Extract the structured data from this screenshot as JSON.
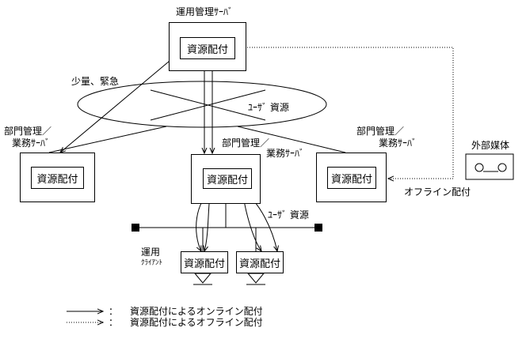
{
  "center_server": {
    "title": "運用管理ｻｰﾊﾞ",
    "box_label": "資源配付"
  },
  "wan": {
    "label_left": "少量、緊急",
    "label_user": "ﾕｰｻﾞ 資源"
  },
  "left_server": {
    "title_line1": "部門管理／",
    "title_line2": "業務ｻｰﾊﾞ",
    "box_label": "資源配付"
  },
  "mid_server": {
    "title_line1": "部門管理／",
    "title_line2": "業務ｻｰﾊﾞ",
    "box_label": "資源配付"
  },
  "right_server": {
    "title_line1": "部門管理／",
    "title_line2": "業務ｻｰﾊﾞ",
    "box_label": "資源配付"
  },
  "lan": {
    "label_user": "ﾕｰｻﾞ 資源"
  },
  "clients": {
    "title_line1": "運用",
    "title_line2": "ｸﾗｲｱﾝﾄ",
    "client1_label": "資源配付",
    "client2_label": "資源配付"
  },
  "external_media": {
    "title": "外部媒体"
  },
  "offline_label": "オフライン配付",
  "legend": {
    "online_text": "資源配付によるオンライン配付",
    "offline_text": "資源配付によるオフライン配付",
    "colon": "："
  }
}
